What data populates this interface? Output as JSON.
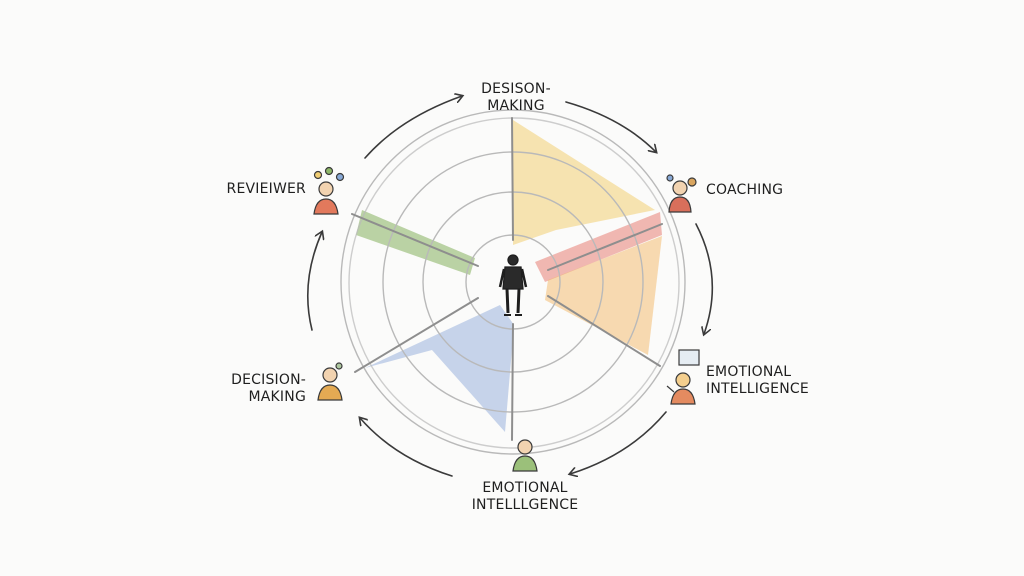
{
  "diagram": {
    "labels": {
      "top": [
        "DESISON-",
        "MAKING"
      ],
      "upper_right": [
        "COACHING"
      ],
      "right": [
        "EMOTIONAL",
        "INTELLIGENCE"
      ],
      "bottom": [
        "EMOTIONAL",
        "INTELLLGENCE"
      ],
      "left": [
        "DECISION-",
        "MAKING"
      ],
      "upper_left": [
        "REVIEIWER"
      ]
    },
    "colors": {
      "ink": "#3a3a3a",
      "ring": "#b9b9b9",
      "spoke": "#8e8e8e",
      "yellow": "#f2cf73",
      "red": "#e98b80",
      "orange": "#f3b866",
      "green": "#8fb86a",
      "blue": "#9ab3dd"
    },
    "icons": {
      "center": "standing-businessman-icon",
      "upper_right": "coach-person-icon",
      "right": "presenter-person-icon",
      "bottom": "person-icon",
      "left": "thinking-person-icon",
      "upper_left": "reviewer-person-icon"
    }
  }
}
